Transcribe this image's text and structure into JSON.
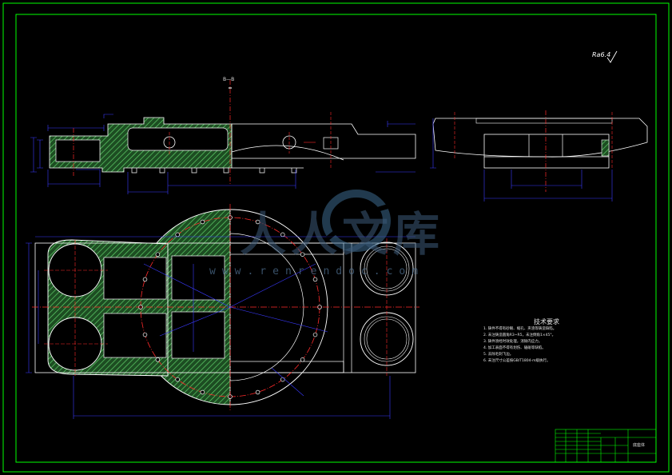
{
  "drawing": {
    "section_label": "B—B",
    "roughness_mark": "Ra6.4",
    "tech_requirements": {
      "title": "技术要求",
      "notes": [
        "1. 铸件不得有砂眼、缩孔、夹渣等铸造缺陷。",
        "2. 未注铸造圆角R3~R5，未注倒角1×45°。",
        "3. 铸件须经时效处理，消除内应力。",
        "4. 加工表面不得有划伤、磕碰等缺陷。",
        "5. 去除毛刺飞边。",
        "6. 未注尺寸公差按GB/T1804-m级执行。"
      ]
    },
    "title_block": {
      "part_name": "底座体"
    },
    "watermark": {
      "text": "人人文库",
      "url": "www.renrendoc.com"
    }
  },
  "colors": {
    "frame": "#00ff00",
    "outline": "#ffffff",
    "hatch": "#39a847",
    "centerline": "#ff2a2a",
    "dimension": "#3a3aff"
  }
}
